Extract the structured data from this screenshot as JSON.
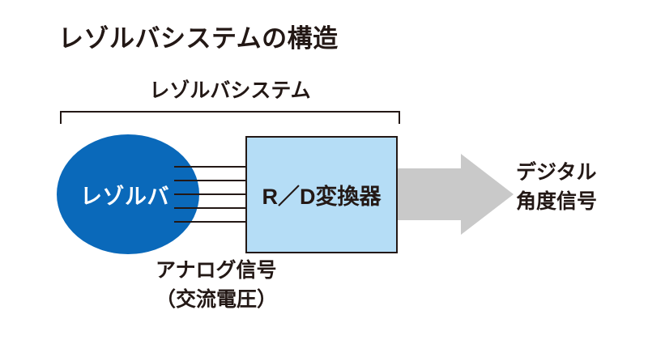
{
  "figure": {
    "title": "レゾルバシステムの構造",
    "group_bracket_label": "レゾルバシステム",
    "nodes": {
      "resolver": {
        "label": "レゾルバ",
        "shape": "ellipse",
        "fill": "#0a69ba",
        "text_color": "#ffffff"
      },
      "rd_converter": {
        "label": "R／D変換器",
        "shape": "rectangle",
        "fill": "#b5ddf6",
        "stroke": "#231815",
        "text_color": "#231815"
      }
    },
    "connections": {
      "analog_bus": {
        "line_count": 5,
        "label_line1": "アナログ信号",
        "label_line2": "（交流電圧）",
        "color": "#231815"
      },
      "digital_output": {
        "shape": "block-arrow",
        "fill": "#c9c9c9",
        "label_line1": "デジタル",
        "label_line2": "角度信号",
        "text_color": "#231815"
      }
    },
    "colors": {
      "ink": "#231815",
      "resolver_blue": "#0a69ba",
      "converter_blue": "#b5ddf6",
      "arrow_gray": "#c9c9c9",
      "background": "#ffffff"
    }
  }
}
